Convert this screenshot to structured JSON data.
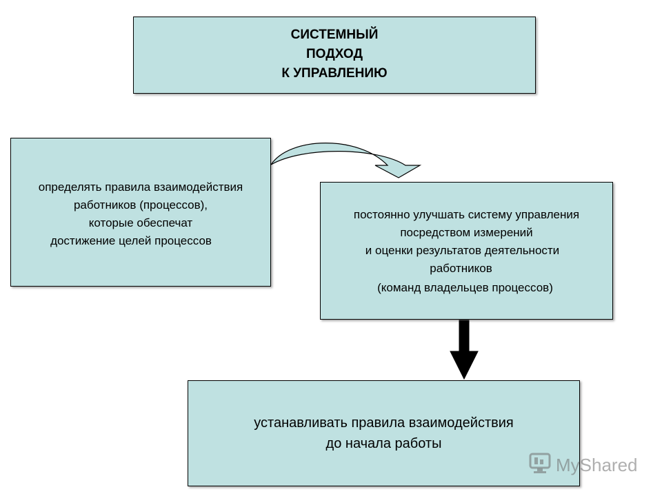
{
  "title": {
    "lines": [
      "СИСТЕМНЫЙ",
      "ПОДХОД",
      "К УПРАВЛЕНИЮ"
    ]
  },
  "left_box": {
    "lines": [
      "определять правила взаимодействия",
      "работников (процессов),",
      "которые обеспечат",
      "достижение целей процессов"
    ]
  },
  "right_box": {
    "lines": [
      "постоянно улучшать систему управления",
      "посредством измерений",
      "и оценки результатов деятельности",
      "работников",
      "(команд владельцев процессов)"
    ]
  },
  "bottom_box": {
    "lines": [
      "устанавливать правила взаимодействия",
      "до начала работы"
    ]
  },
  "watermark": {
    "text": "MyShared",
    "icon": "monitor-cart-icon"
  },
  "colors": {
    "box_fill": "#bfe1e1",
    "border": "#000000",
    "arrow_dark": "#000000"
  }
}
